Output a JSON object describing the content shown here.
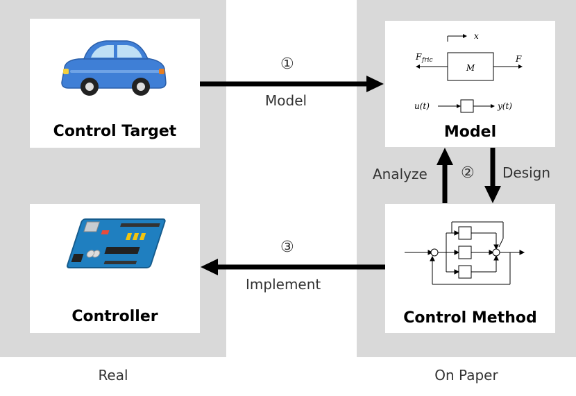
{
  "panels": {
    "real_label": "Real",
    "paper_label": "On Paper"
  },
  "boxes": {
    "control_target": {
      "title": "Control Target"
    },
    "controller": {
      "title": "Controller"
    },
    "model": {
      "title": "Model",
      "mass": "M",
      "position_var": "x",
      "friction": "F",
      "friction_sub": "fric",
      "force": "F",
      "input": "u(t)",
      "output": "y(t)"
    },
    "control_method": {
      "title": "Control Method"
    }
  },
  "arrows": {
    "model_step": {
      "number": "①",
      "label": "Model"
    },
    "analyze": {
      "label": "Analyze"
    },
    "design_step": {
      "number": "②",
      "label": "Design"
    },
    "implement_step": {
      "number": "③",
      "label": "Implement"
    }
  }
}
